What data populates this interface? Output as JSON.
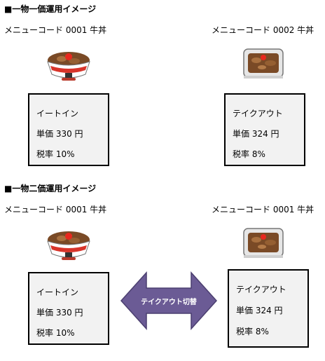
{
  "sections": [
    {
      "title": "■一物一価運用イメージ",
      "left": {
        "menu_label": "メニューコード 0001 牛丼",
        "mode": "イートイン",
        "price": "単価 330 円",
        "tax": "税率 10%"
      },
      "right": {
        "menu_label": "メニューコード 0002 牛丼",
        "mode": "テイクアウト",
        "price": "単価 324 円",
        "tax": "税率 8%"
      }
    },
    {
      "title": "■一物二価運用イメージ",
      "left": {
        "menu_label": "メニューコード 0001 牛丼",
        "mode": "イートイン",
        "price": "単価 330 円",
        "tax": "税率 10%"
      },
      "right": {
        "menu_label": "メニューコード 0001 牛丼",
        "mode": "テイクアウト",
        "price": "単価 324 円",
        "tax": "税率 8%"
      },
      "switch_label": "テイクアウト切替"
    }
  ],
  "colors": {
    "arrow_fill": "#6b5b95",
    "arrow_stroke": "#4b3f70",
    "box_bg": "#f2f2f2"
  },
  "icons": {
    "eat_in": "gyudon-bowl-icon",
    "takeout": "gyudon-takeout-container-icon"
  }
}
